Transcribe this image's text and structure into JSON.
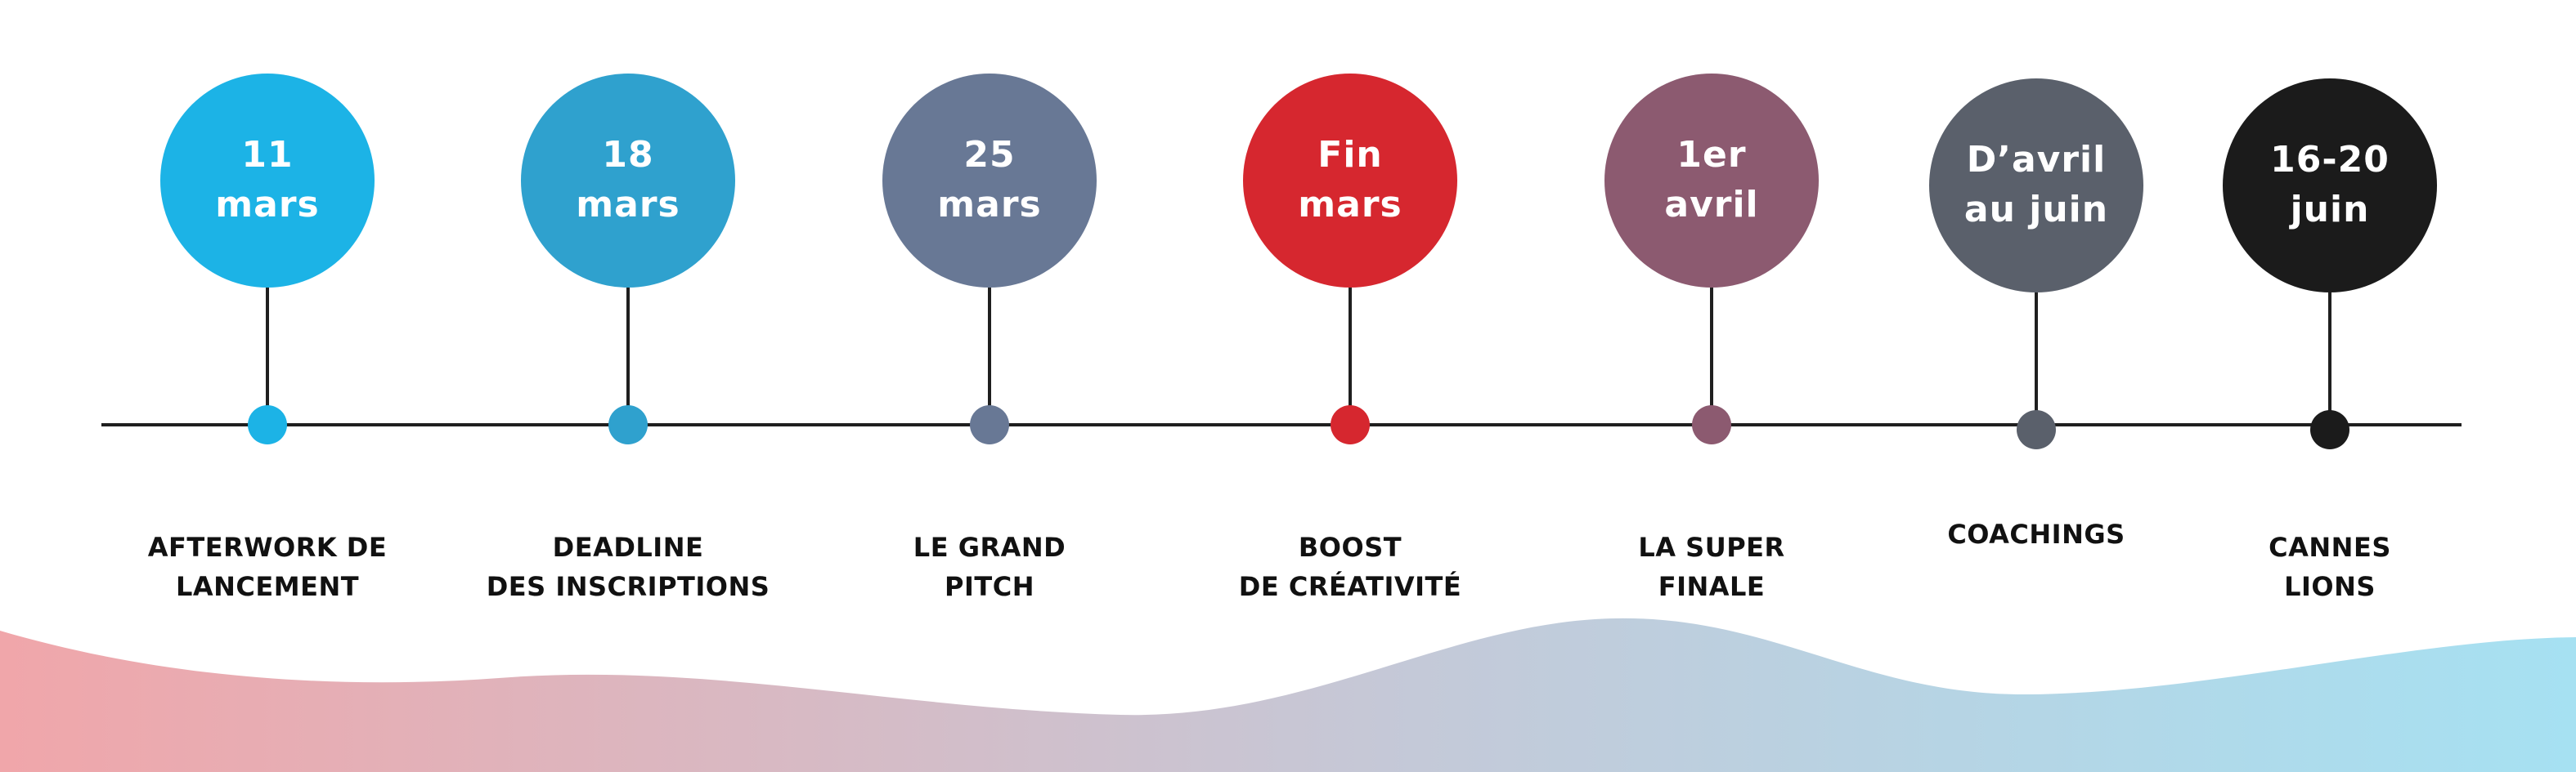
{
  "timeline": {
    "milestones": [
      {
        "date": "11\nmars",
        "label": "AFTERWORK DE\nLANCEMENT",
        "color": "#1CB3E6"
      },
      {
        "date": "18\nmars",
        "label": "DEADLINE\nDES INSCRIPTIONS",
        "color": "#2FA1CE"
      },
      {
        "date": "25\nmars",
        "label": "LE GRAND\nPITCH",
        "color": "#687895"
      },
      {
        "date": "Fin\nmars",
        "label": "BOOST\nDE CRÉATIVITÉ",
        "color": "#D6272F"
      },
      {
        "date": "1er\navril",
        "label": "LA SUPER\nFINALE",
        "color": "#8C5A70"
      },
      {
        "date": "D’avril\nau juin",
        "label": "COACHINGS",
        "color": "#5A606B"
      },
      {
        "date": "16-20\njuin",
        "label": "CANNES\nLIONS",
        "color": "#1B1B1B"
      }
    ]
  },
  "colors": {
    "axis": "#1F1F1F",
    "wave_left": "#F0A6AA",
    "wave_mid": "#C4C9D8",
    "wave_right": "#A6E1F2"
  }
}
